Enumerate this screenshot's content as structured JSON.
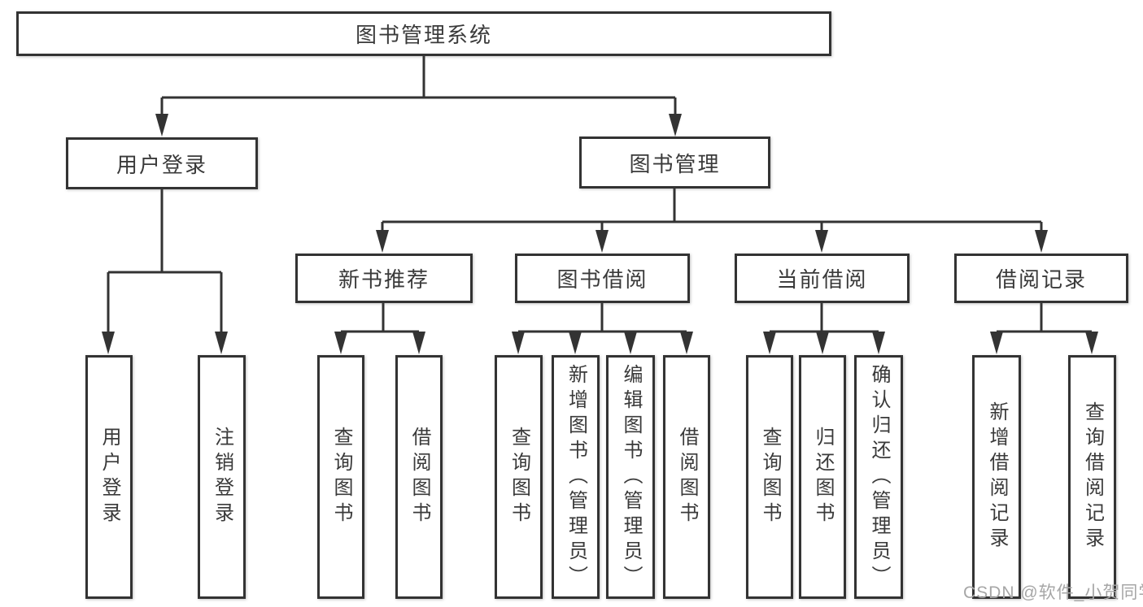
{
  "diagram": {
    "root": "图书管理系统",
    "level2": {
      "user_login": "用户登录",
      "book_management": "图书管理"
    },
    "level3": {
      "new_books": "新书推荐",
      "borrowing": "图书借阅",
      "current": "当前借阅",
      "records": "借阅记录"
    },
    "leaves": {
      "user_login": [
        "用户登录",
        "注销登录"
      ],
      "new_books": [
        "查询图书",
        "借阅图书"
      ],
      "borrowing": [
        "查询图书",
        "新增图书（管理员）",
        "编辑图书（管理员）",
        "借阅图书"
      ],
      "current": [
        "查询图书",
        "归还图书",
        "确认归还（管理员）"
      ],
      "records": [
        "新增借阅记录",
        "查询借阅记录"
      ]
    }
  },
  "watermark": "CSDN @软件_小贺同学",
  "colors": {
    "line": "#333333",
    "text": "#3a3a3a",
    "background": "#ffffff",
    "watermark": "#a6a6a6"
  }
}
